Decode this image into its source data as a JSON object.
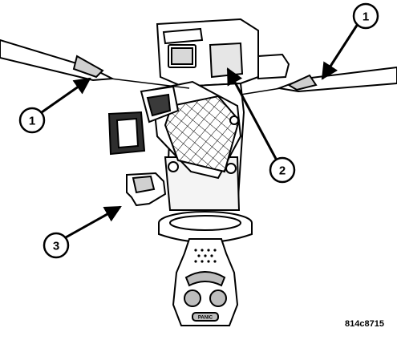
{
  "callouts": [
    {
      "id": "callout-1-left",
      "label": "1"
    },
    {
      "id": "callout-1-right",
      "label": "1"
    },
    {
      "id": "callout-2",
      "label": "2"
    },
    {
      "id": "callout-3",
      "label": "3"
    }
  ],
  "figure_code": "814c8715",
  "fob_button_label": "PANIC"
}
